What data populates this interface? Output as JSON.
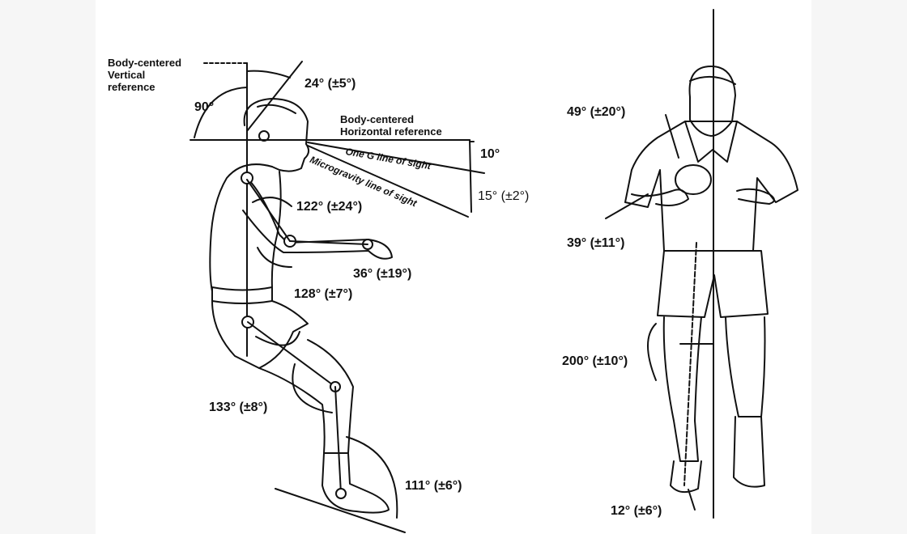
{
  "diagram": {
    "vertical_reference": [
      "Body-centered",
      "Vertical",
      "reference"
    ],
    "horizontal_reference": [
      "Body-centered",
      "Horizontal reference"
    ],
    "line_of_sight_1g": "One G line of sight",
    "line_of_sight_micro": "Microgravity line of sight",
    "angles": {
      "vertical": "90°",
      "neck": "24° (±5°)",
      "sight_1g": "10°",
      "sight_micro": "15° (±2°)",
      "shoulder": "122° (±24°)",
      "elbow": "36° (±19°)",
      "hip": "128° (±7°)",
      "knee": "133° (±8°)",
      "ankle": "111° (±6°)",
      "front_shoulder": "49° (±20°)",
      "front_elbow": "39° (±11°)",
      "front_thigh": "200° (±10°)",
      "front_foot": "12° (±6°)"
    }
  }
}
